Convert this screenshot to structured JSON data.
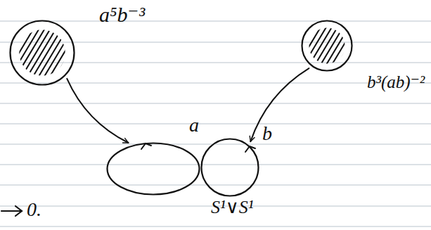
{
  "diagram": {
    "nodes": [
      {
        "text": [
          "a⁵b⁻³"
        ]
      },
      {
        "text": [
          "b³(ab)⁻²"
        ]
      },
      {
        "text": [
          "a"
        ]
      },
      {
        "text": [
          "b"
        ]
      }
    ],
    "edges": [
      {
        "from": 0,
        "to": 2,
        "arrow": "to"
      },
      {
        "from": 1,
        "to": 3,
        "arrow": "to"
      }
    ],
    "labels": [
      "S¹∨S¹",
      "0."
    ]
  }
}
